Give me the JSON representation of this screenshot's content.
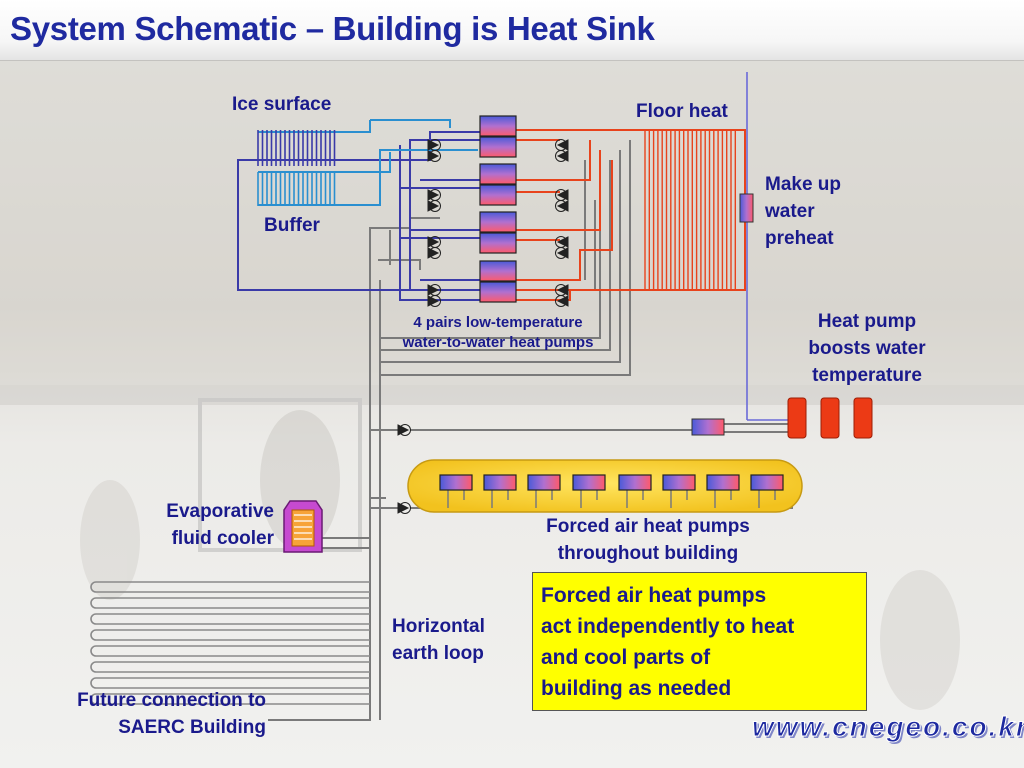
{
  "slide": {
    "title": "System Schematic – Building is Heat Sink"
  },
  "labels": {
    "ice_surface": "Ice surface",
    "buffer": "Buffer",
    "floor_heat": "Floor heat",
    "make_up_water": [
      "Make up",
      "water",
      "preheat"
    ],
    "low_temp_pumps": [
      "4 pairs low-temperature",
      "water-to-water heat pumps"
    ],
    "heat_pump_boost": [
      "Heat pump",
      "boosts water",
      "temperature"
    ],
    "evaporative_cooler": [
      "Evaporative",
      "fluid cooler"
    ],
    "forced_air": [
      "Forced air heat pumps",
      "throughout building"
    ],
    "earth_loop": [
      "Horizontal",
      "earth loop"
    ],
    "future_connection": [
      "Future connection to",
      "SAERC Building"
    ]
  },
  "note": [
    "Forced air heat pumps",
    "act independently to heat",
    "and cool parts of",
    "building as needed"
  ],
  "website": "www.cnegeo.co.kr",
  "colors": {
    "title": "#1f2aa0",
    "label_text": "#1a1a8c",
    "cold_pipe": "#3a3aa8",
    "ice_pipe": "#2a8fd0",
    "hot_pipe": "#e8431c",
    "grey_pipe": "#7a7a7a",
    "note_fill": "#ffff00",
    "capsule_fill": "#ffd531"
  }
}
